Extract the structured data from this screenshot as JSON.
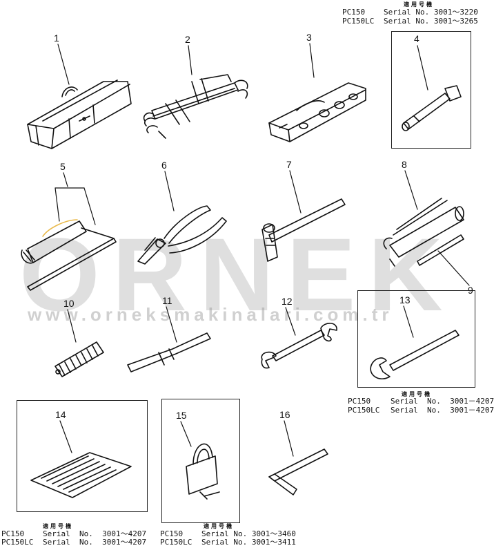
{
  "watermark": {
    "brand": "ORNEK",
    "url": "www.orneksmakinalari.com.tr"
  },
  "part_numbers": [
    "1",
    "2",
    "3",
    "4",
    "5",
    "6",
    "7",
    "8",
    "9",
    "10",
    "11",
    "12",
    "13",
    "14",
    "15",
    "16"
  ],
  "serial_blocks": {
    "top_right": {
      "kanji": "適用号機",
      "rows": [
        {
          "model": "PC150",
          "serial": "Serial No. 3001～3220"
        },
        {
          "model": "PC150LC",
          "serial": "Serial No. 3001～3265"
        }
      ]
    },
    "item13": {
      "kanji": "適用号機",
      "rows": [
        {
          "model": "PC150",
          "serial": "Serial  No.  3001－4207"
        },
        {
          "model": "PC150LC",
          "serial": "Serial  No.  3001－4207"
        }
      ]
    },
    "item14": {
      "kanji": "適用号機",
      "rows": [
        {
          "model": "PC150",
          "serial": "Serial  No.  3001～4207"
        },
        {
          "model": "PC150LC",
          "serial": "Serial  No.  3001～4207"
        }
      ]
    },
    "item15": {
      "kanji": "適用号機",
      "rows": [
        {
          "model": "PC150",
          "serial": "Serial No. 3001～3460"
        },
        {
          "model": "PC150LC",
          "serial": "Serial No. 3001～3411"
        }
      ]
    }
  }
}
